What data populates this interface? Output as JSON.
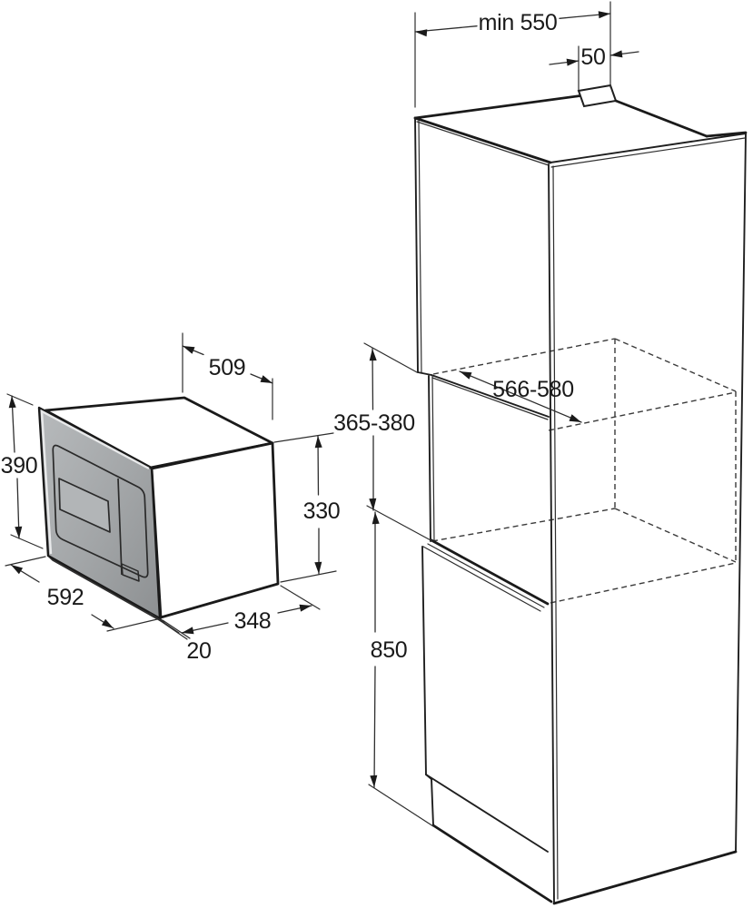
{
  "diagram": {
    "title": "built-in-microwave-installation-dimensions",
    "units": "mm",
    "colors": {
      "line": "#1a1a1a",
      "background": "#ffffff",
      "door_panel_light": "#b4b7b9",
      "door_panel_dark": "#8e9193"
    },
    "appliance": {
      "frame_width": "592",
      "frame_height": "390",
      "frame_thickness": "20",
      "body_width": "509",
      "body_height": "330",
      "body_depth": "348"
    },
    "niche": {
      "cabinet_min_depth": "min 550",
      "back_clearance": "50",
      "niche_width": "566-580",
      "niche_height": "365-380",
      "niche_floor_height": "850"
    }
  }
}
